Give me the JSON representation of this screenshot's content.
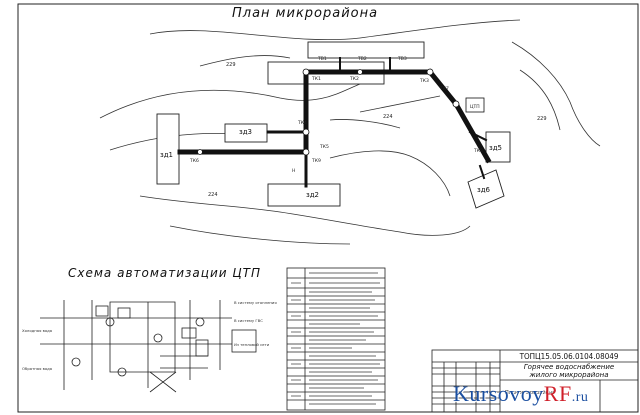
{
  "plan": {
    "title": "План микрорайона",
    "buildings": {
      "zd1": "зд1",
      "zd2": "зд2",
      "zd3": "зд3",
      "zd5": "зд5",
      "zd6": "зд6"
    }
  },
  "automation": {
    "title": "Схема автоматизации ЦТП"
  },
  "stamp": {
    "code": "ТОПЦ15.05.06.0104.08049",
    "title_line1": "Горячее водоснабжение",
    "title_line2": "жилого микрорайона",
    "subtitle": "План микрорайона"
  },
  "watermark": {
    "brand": "Kursovoy",
    "rf": "RF",
    "ru": ".ru"
  }
}
